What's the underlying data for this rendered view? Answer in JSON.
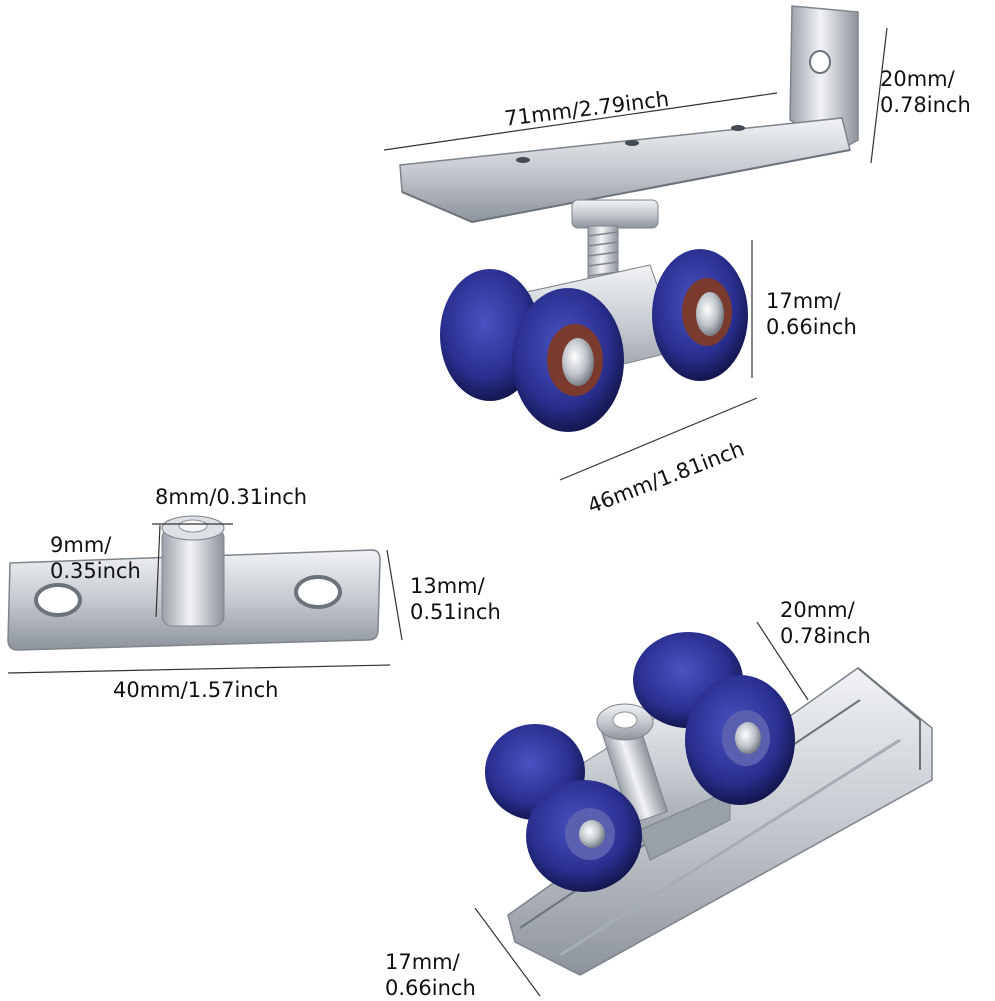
{
  "labels": {
    "top_height": [
      "20mm/",
      "0.78inch"
    ],
    "top_length": "71mm/2.79inch",
    "wheel_height": [
      "17mm/",
      "0.66inch"
    ],
    "wheel_width": "46mm/1.81inch",
    "pin_diameter": "8mm/0.31inch",
    "pin_height": [
      "9mm/",
      "0.35inch"
    ],
    "plate_height": [
      "13mm/",
      "0.51inch"
    ],
    "plate_length": "40mm/1.57inch",
    "bottom_height": [
      "20mm/",
      "0.78inch"
    ],
    "bottom_width": [
      "17mm/",
      "0.66inch"
    ]
  },
  "colors": {
    "wheel": "#2a2f8f",
    "wheel_dark": "#16195a",
    "steel": "#c9cdd2",
    "steel_dark": "#8a9098",
    "steel_light": "#eef0f2"
  }
}
